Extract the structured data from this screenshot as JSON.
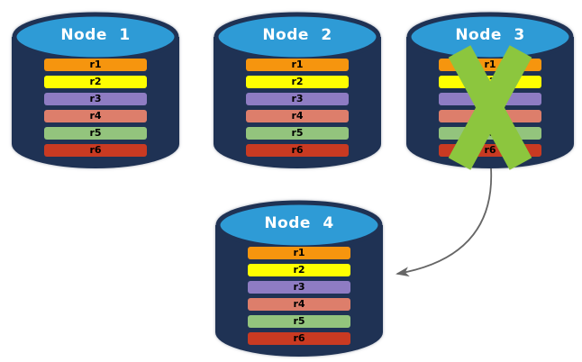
{
  "diagram": {
    "colors": {
      "background": "#FFFFFF",
      "cylinder_body": "#1F3254",
      "cylinder_cap": "#2E9BD6",
      "title_text": "#FFFFFF",
      "row_text": "#000000",
      "x_mark": "#8CC63E",
      "arrow": "#666666"
    },
    "nodes": [
      {
        "label": "Node 1",
        "failed": false,
        "rows": [
          {
            "label": "r1",
            "color": "#F6950E"
          },
          {
            "label": "r2",
            "color": "#FFFF00"
          },
          {
            "label": "r3",
            "color": "#8E7CC3"
          },
          {
            "label": "r4",
            "color": "#DD7E6B"
          },
          {
            "label": "r5",
            "color": "#93C47D"
          },
          {
            "label": "r6",
            "color": "#C93A22"
          }
        ]
      },
      {
        "label": "Node 2",
        "failed": false,
        "rows": [
          {
            "label": "r1",
            "color": "#F6950E"
          },
          {
            "label": "r2",
            "color": "#FFFF00"
          },
          {
            "label": "r3",
            "color": "#8E7CC3"
          },
          {
            "label": "r4",
            "color": "#DD7E6B"
          },
          {
            "label": "r5",
            "color": "#93C47D"
          },
          {
            "label": "r6",
            "color": "#C93A22"
          }
        ]
      },
      {
        "label": "Node 3",
        "failed": true,
        "rows": [
          {
            "label": "r1",
            "color": "#F6950E"
          },
          {
            "label": "r2",
            "color": "#FFFF00"
          },
          {
            "label": "r3",
            "color": "#8E7CC3"
          },
          {
            "label": "r4",
            "color": "#DD7E6B"
          },
          {
            "label": "r5",
            "color": "#93C47D"
          },
          {
            "label": "r6",
            "color": "#C93A22"
          }
        ]
      },
      {
        "label": "Node 4",
        "failed": false,
        "rows": [
          {
            "label": "r1",
            "color": "#F6950E"
          },
          {
            "label": "r2",
            "color": "#FFFF00"
          },
          {
            "label": "r3",
            "color": "#8E7CC3"
          },
          {
            "label": "r4",
            "color": "#DD7E6B"
          },
          {
            "label": "r5",
            "color": "#93C47D"
          },
          {
            "label": "r6",
            "color": "#C93A22"
          }
        ]
      }
    ],
    "arrow": {
      "from_node": "Node 3",
      "to_node": "Node 4"
    }
  }
}
